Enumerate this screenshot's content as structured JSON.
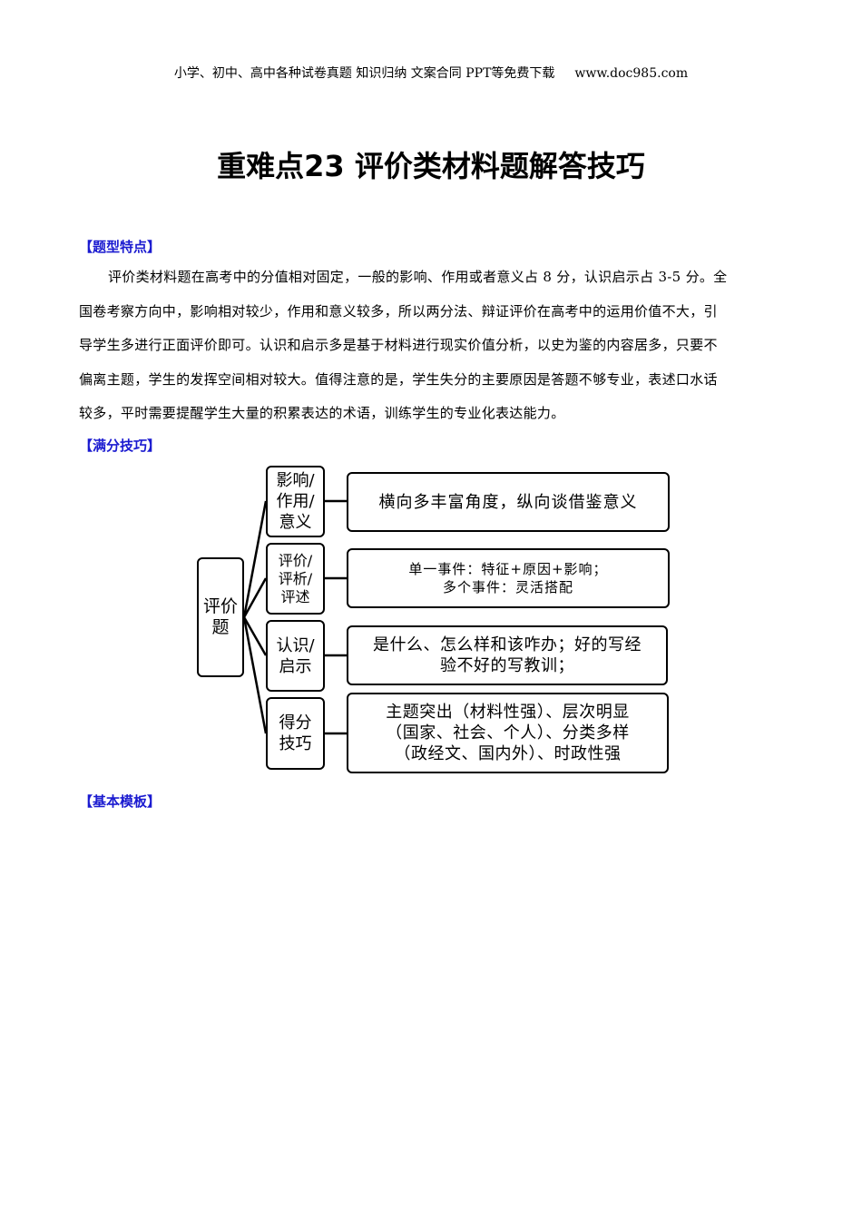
{
  "header": {
    "text": "小学、初中、高中各种试卷真题 知识归纳 文案合同 PPT等免费下载",
    "site": "www.doc985.com"
  },
  "title": "重难点23  评价类材料题解答技巧",
  "sections": {
    "features": "【题型特点】",
    "skills": "【满分技巧】",
    "template": "【基本模板】"
  },
  "paragraph_lines": [
    "评价类材料题在高考中的分值相对固定，一般的影响、作用或者意义占 8 分，认识启示占 3-5 分。全",
    "国卷考察方向中，影响相对较少，作用和意义较多，所以两分法、辩证评价在高考中的运用价值不大，引",
    "导学生多进行正面评价即可。认识和启示多是基于材料进行现实价值分析，以史为鉴的内容居多，只要不",
    "偏离主题，学生的发挥空间相对较大。值得注意的是，学生失分的主要原因是答题不够专业，表述口水话",
    "较多，平时需要提醒学生大量的积累表达的术语，训练学生的专业化表达能力。"
  ],
  "diagram": {
    "root": [
      "评价",
      "题"
    ],
    "branches": [
      {
        "label": [
          "影响/",
          "作用/",
          "意义"
        ],
        "content": [
          "横向多丰富角度，纵向谈借鉴意义"
        ]
      },
      {
        "label": [
          "评价/",
          "评析/",
          "评述"
        ],
        "content": [
          "单一事件：特征+原因+影响；",
          "多个事件：灵活搭配"
        ]
      },
      {
        "label": [
          "认识/",
          "启示"
        ],
        "content": [
          "是什么、怎么样和该咋办；好的写经",
          "验不好的写教训；"
        ]
      },
      {
        "label": [
          "得分",
          "技巧"
        ],
        "content": [
          "主题突出（材料性强）、层次明显",
          "（国家、社会、个人）、分类多样",
          "（政经文、国内外）、时政性强"
        ]
      }
    ]
  }
}
